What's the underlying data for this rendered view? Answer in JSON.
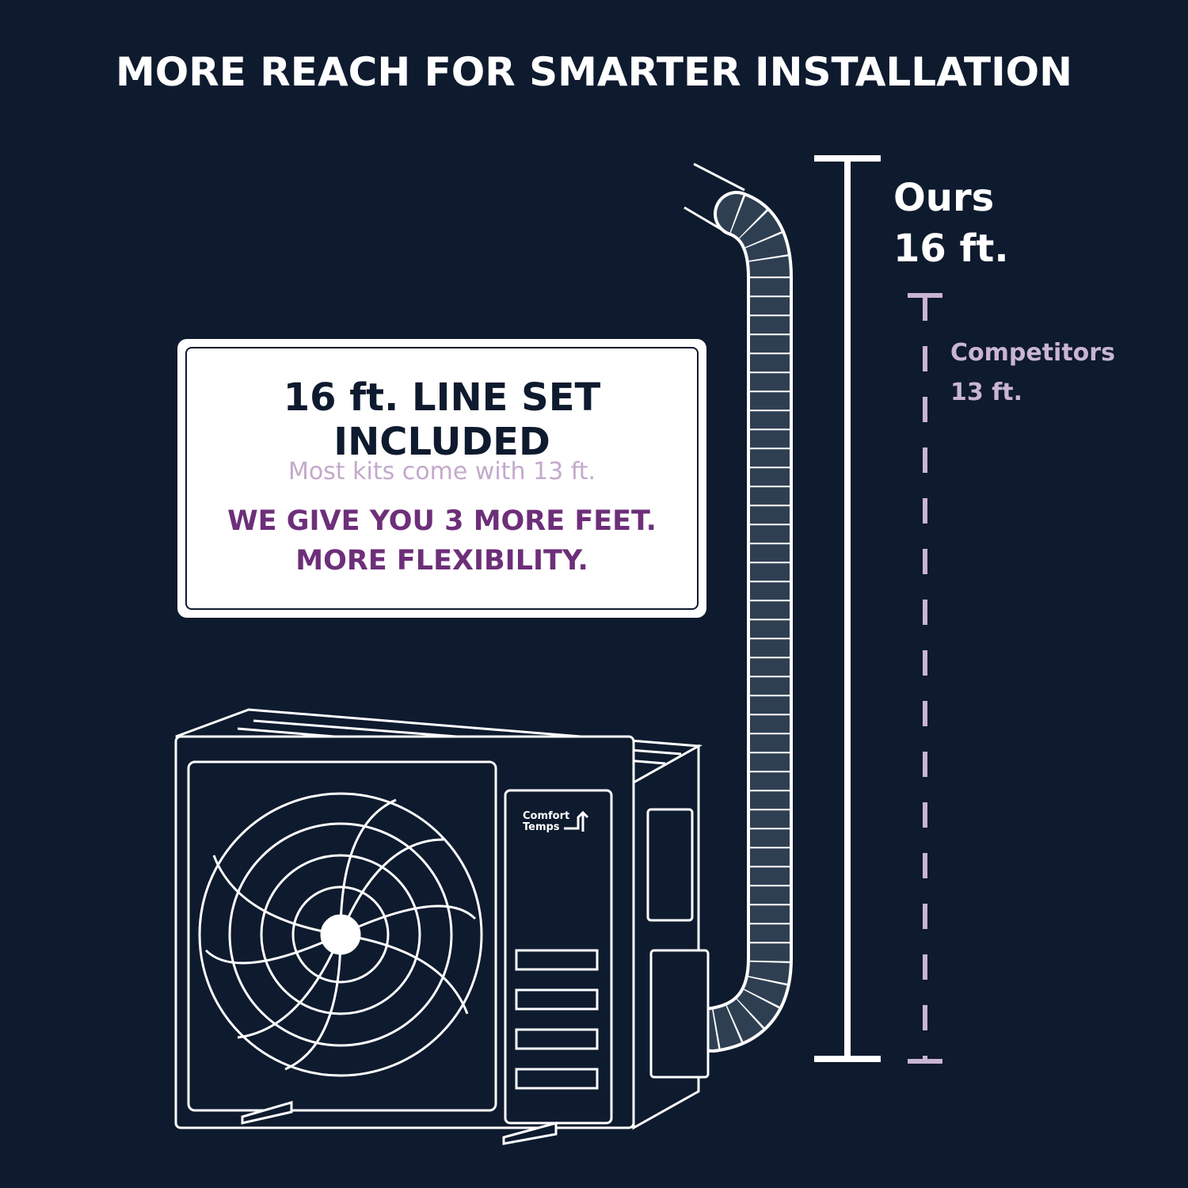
{
  "header": {
    "title": "MORE REACH FOR SMARTER INSTALLATION"
  },
  "card": {
    "heading": "16 ft. LINE SET INCLUDED",
    "subtext": "Most kits come with 13 ft.",
    "emphasis_line1": "WE GIVE YOU 3 MORE FEET.",
    "emphasis_line2": "MORE FLEXIBILITY."
  },
  "comparison": {
    "ours_label": "Ours",
    "ours_length": "16 ft.",
    "competitors_label": "Competitors",
    "competitors_length": "13 ft."
  },
  "unit": {
    "brand_line1": "Comfort",
    "brand_line2": "Temps"
  },
  "colors": {
    "background": "#0e1a2e",
    "heading_text": "#ffffff",
    "card_bg": "#ffffff",
    "accent_purple": "#6d2f79",
    "muted_lavender": "#c4a9cc",
    "competitor_line": "#c9b4d4",
    "lineset_fill": "#2f3f52"
  },
  "icons": [
    "air-conditioner-unit",
    "fan-grille",
    "brand-logo-icon",
    "refrigerant-line-set"
  ]
}
